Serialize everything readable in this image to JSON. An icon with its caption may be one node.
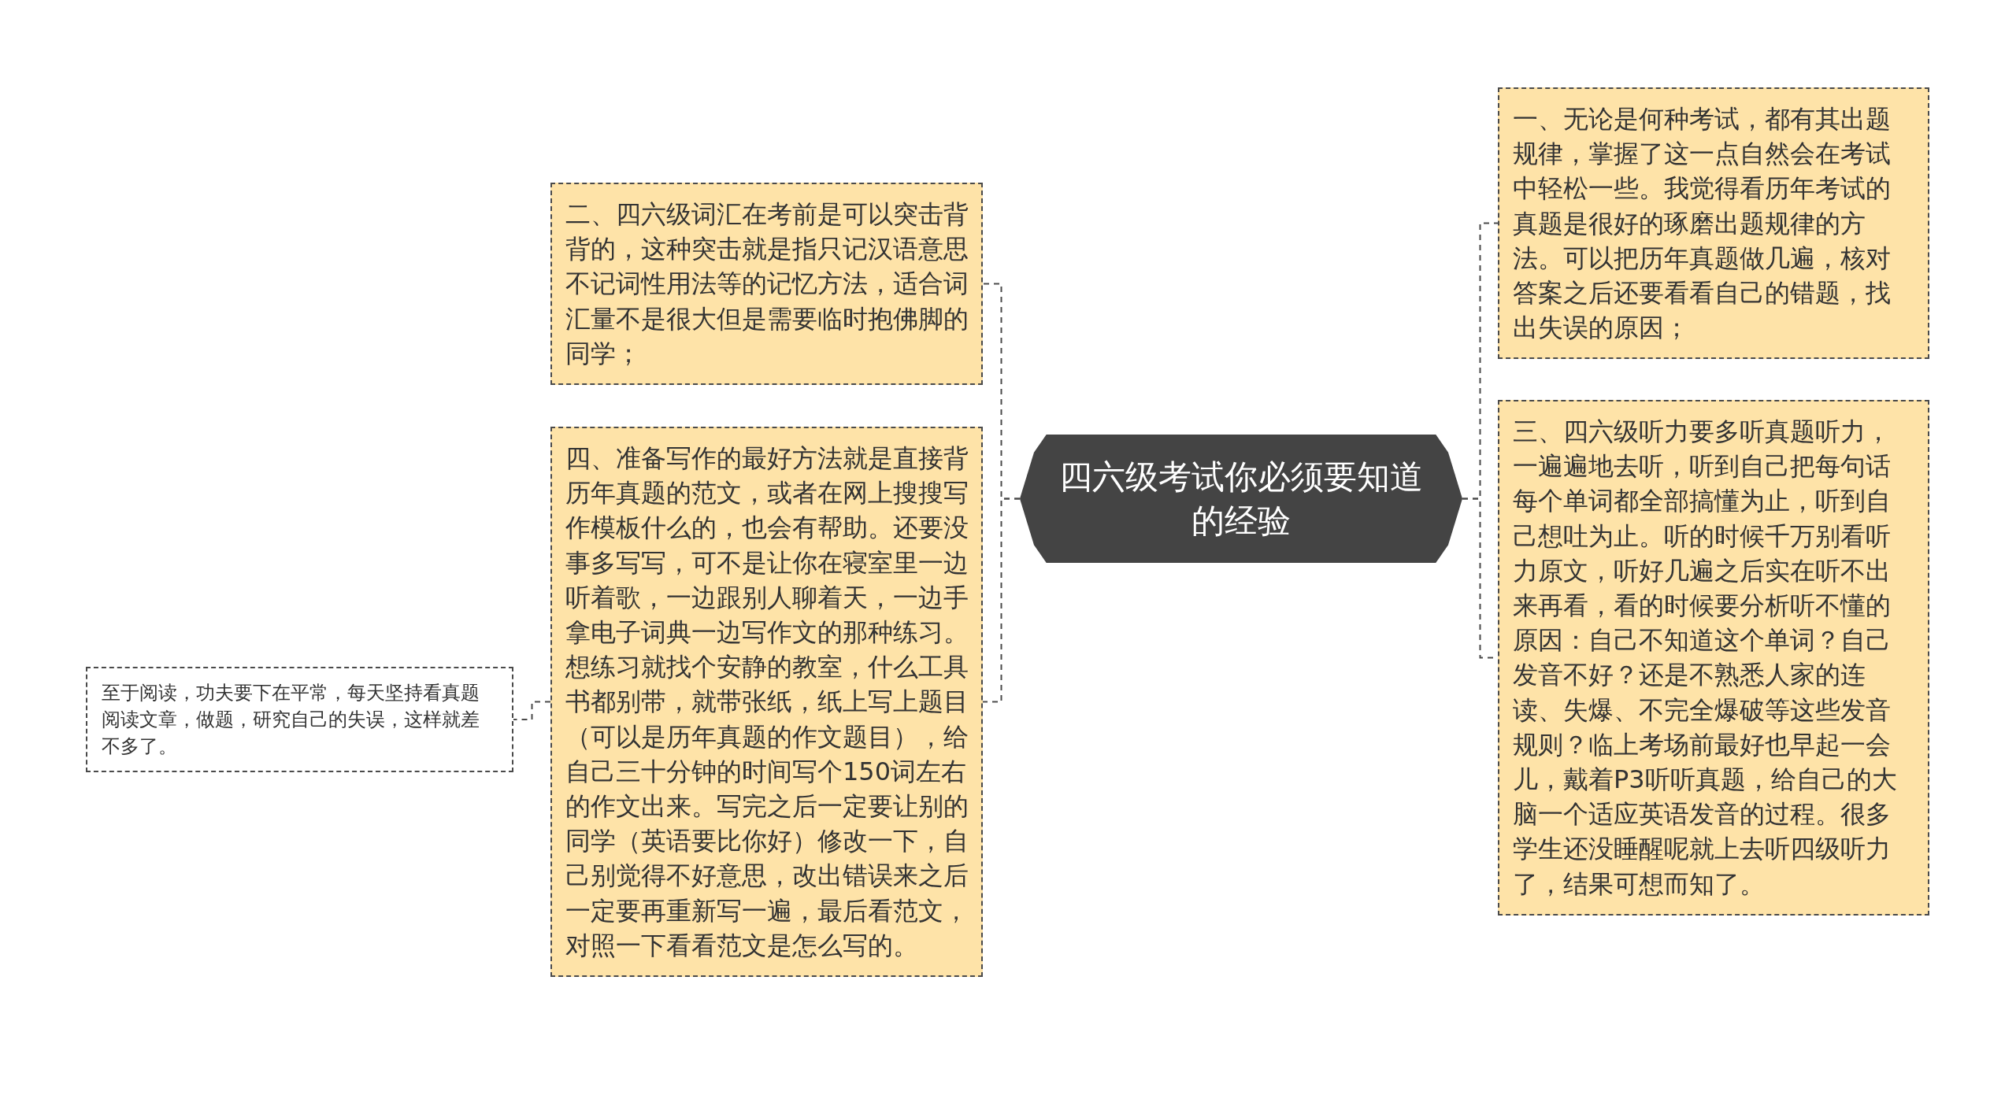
{
  "diagram": {
    "nodes": [
      {
        "text": [
          "四六级考试你必须要知道的经验"
        ]
      },
      {
        "text": [
          "一、无论是何种考试，都有其出题规律，掌握了这一点自然会在考试中轻松一些。我觉得看历年考试的真题是很好的琢磨出题规律的方法。可以把历年真题做几遍，核对答案之后还要看看自己的错题，找出失误的原因；"
        ]
      },
      {
        "text": [
          "三、四六级听力要多听真题听力，一遍遍地去听，听到自己把每句话每个单词都全部搞懂为止，听到自己想吐为止。听的时候千万别看听力原文，听好几遍之后实在听不出来再看，看的时候要分析听不懂的原因：自己不知道这个单词？自己发音不好？还是不熟悉人家的连读、失爆、不完全爆破等这些发音规则？临上考场前最好也早起一会儿，戴着P3听听真题，给自己的大脑一个适应英语发音的过程。很多学生还没睡醒呢就上去听四级听力了，结果可想而知了。"
        ]
      },
      {
        "text": [
          "二、四六级词汇在考前是可以突击背背的，这种突击就是指只记汉语意思不记词性用法等的记忆方法，适合词汇量不是很大但是需要临时抱佛脚的同学；"
        ]
      },
      {
        "text": [
          "四、准备写作的最好方法就是直接背历年真题的范文，或者在网上搜搜写作模板什么的，也会有帮助。还要没事多写写，可不是让你在寝室里一边听着歌，一边跟别人聊着天，一边手拿电子词典一边写作文的那种练习。想练习就找个安静的教室，什么工具书都别带，就带张纸，纸上写上题目（可以是历年真题的作文题目），给自己三十分钟的时间写个150词左右的作文出来。写完之后一定要让别的同学（英语要比你好）修改一下，自己别觉得不好意思，改出错误来之后一定要再重新写一遍，最后看范文，对照一下看看范文是怎么写的。"
        ]
      },
      {
        "text": [
          "至于阅读，功夫要下在平常，每天坚持看真题阅读文章，做题，研究自己的失误，这样就差不多了。"
        ]
      }
    ],
    "edges": [
      {
        "from": 0,
        "to": 1,
        "arrow": "none",
        "style": "dashed"
      },
      {
        "from": 0,
        "to": 2,
        "arrow": "none",
        "style": "dashed"
      },
      {
        "from": 0,
        "to": 3,
        "arrow": "none",
        "style": "dashed"
      },
      {
        "from": 0,
        "to": 4,
        "arrow": "none",
        "style": "dashed"
      },
      {
        "from": 4,
        "to": 5,
        "arrow": "none",
        "style": "dashed"
      }
    ]
  }
}
